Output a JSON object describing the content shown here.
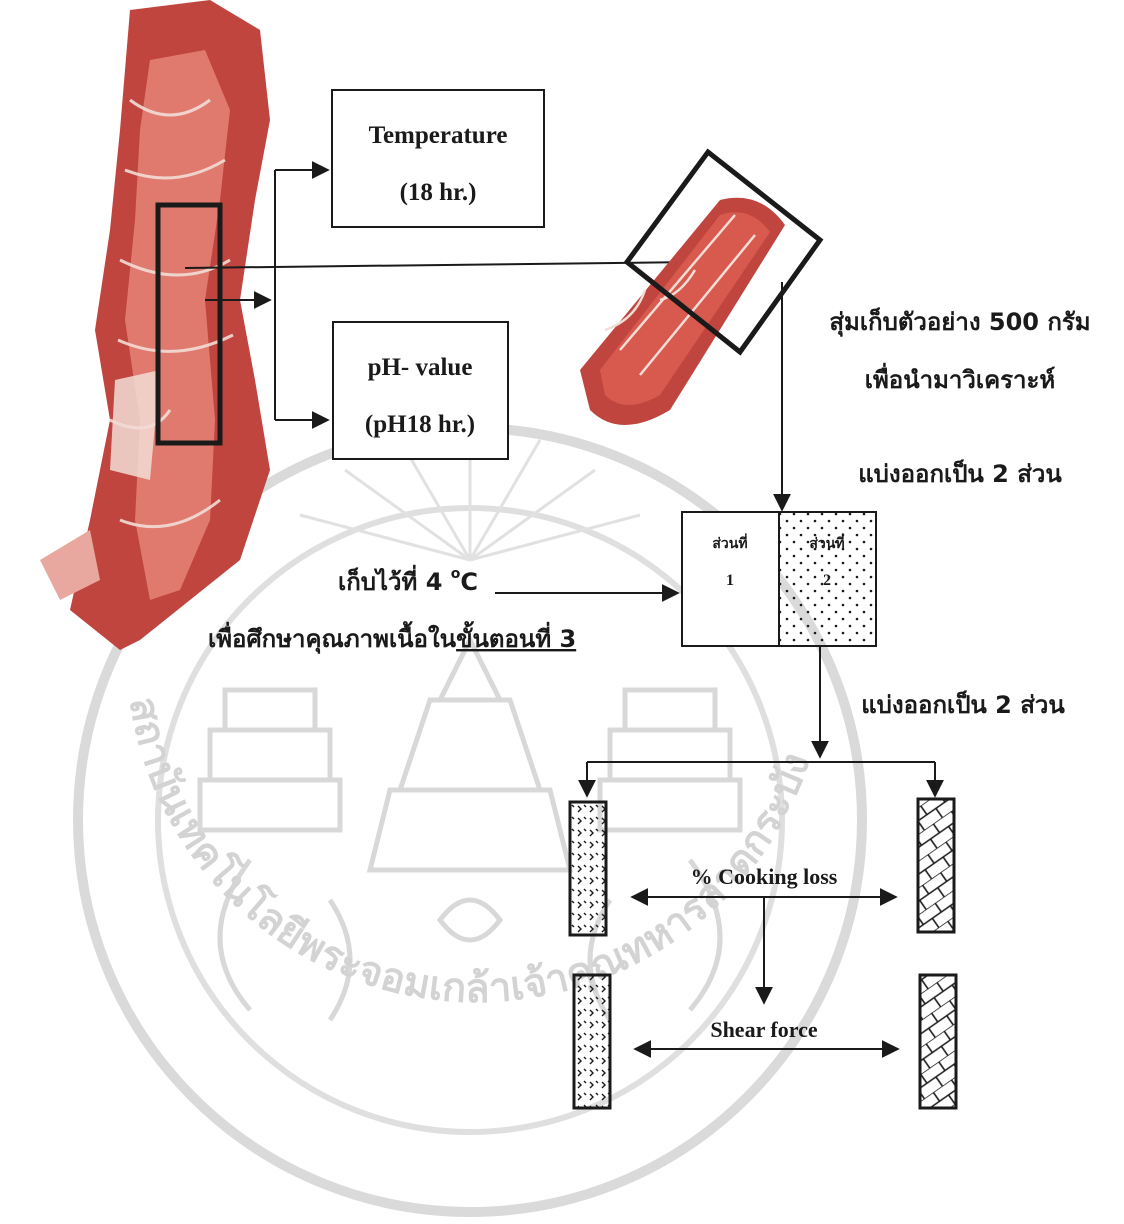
{
  "colors": {
    "ink": "#1a1a1a",
    "meat": "#c0453f",
    "meat_light": "#e07a6f",
    "fat": "#f2ddd6",
    "watermark": "#d2d2d2"
  },
  "icons": {
    "carcass": "pork-carcass-image",
    "loin": "pork-loin-image",
    "seal": "university-seal-watermark"
  },
  "watermark": {
    "text": "สถาบันเทคโนโลยีพระจอมเกล้าเจ้าคุณทหารลาดกระบัง"
  },
  "boxes": {
    "temperature": {
      "line1": "Temperature",
      "line2": "(18 hr.)"
    },
    "ph": {
      "line1": "pH- value",
      "line2": "(pH18 hr.)"
    }
  },
  "labels": {
    "sample_line1": "สุ่มเก็บตัวอย่าง 500 กรัม",
    "sample_line2": "เพื่อนำมาวิเคราะห์",
    "split_1": "แบ่งออกเป็น  2  ส่วน",
    "split_2": "แบ่งออกเป็น  2  ส่วน",
    "store_line1_prefix": "เก็บไว้ที่ 4 ",
    "store_line1_degree": "o",
    "store_line1_unit": "C",
    "store_line2_prefix": "เพื่อศึกษาคุณภาพเนื้อใน",
    "store_line2_underlined": "ขั้นตอนที่ 3"
  },
  "portions": {
    "part1_label": "ส่วนที่",
    "part1_number": "1",
    "part2_label": "ส่วนที่",
    "part2_number": "2"
  },
  "tests": {
    "cooking_loss": "% Cooking  loss",
    "shear_force": "Shear  force"
  }
}
